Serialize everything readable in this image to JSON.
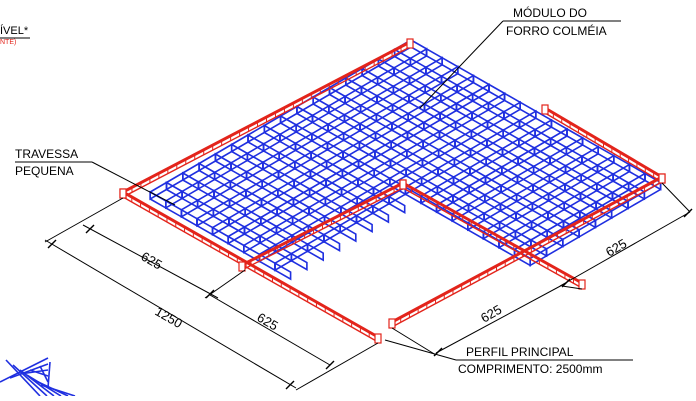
{
  "labels": {
    "top_left_line1": "ÍVEL*",
    "top_left_line2": "NTE)",
    "module_line1": "MÓDULO DO",
    "module_line2": "FORRO COLMÉIA",
    "cross_line1": "TRAVESSA",
    "cross_line2": "PEQUENA",
    "main_line1": "PERFIL PRINCIPAL",
    "main_line2": "COMPRIMENTO: 2500mm"
  },
  "dimensions": {
    "left_upper": "625",
    "left_total": "1250",
    "left_lower": "625",
    "right_lower": "625",
    "right_upper": "625"
  },
  "colors": {
    "profile": "#e3241b",
    "grid": "#1f2fe0",
    "dimension": "#000000"
  }
}
